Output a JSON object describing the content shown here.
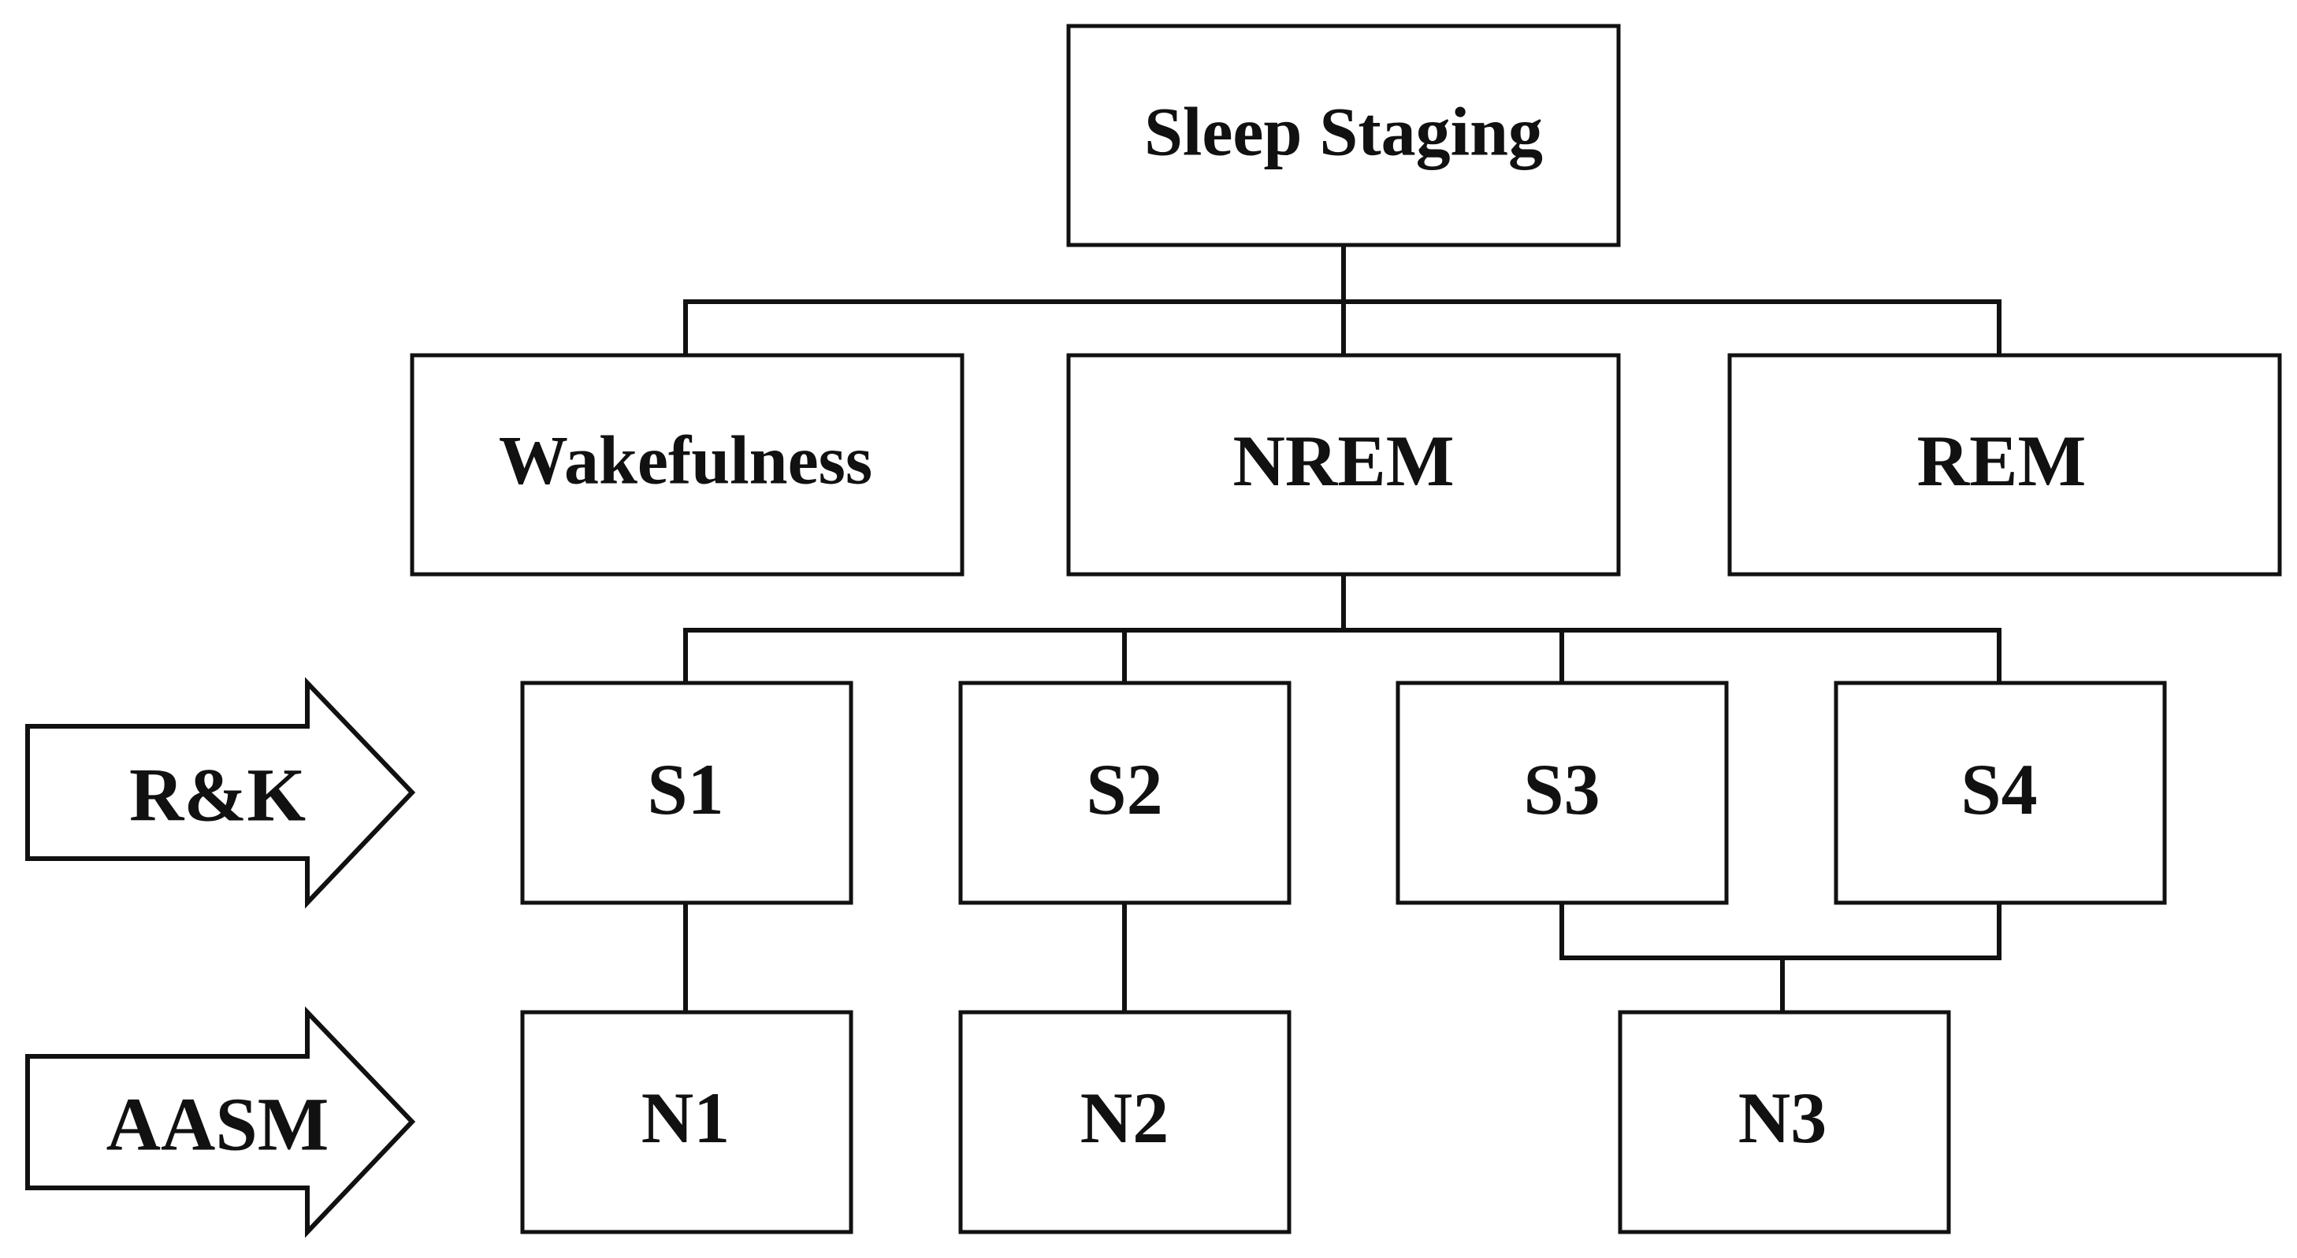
{
  "diagram": {
    "root": {
      "label": "Sleep Staging"
    },
    "level1": {
      "wake": "Wakefulness",
      "nrem": "NREM",
      "rem": "REM"
    },
    "rk_stages": {
      "s1": "S1",
      "s2": "S2",
      "s3": "S3",
      "s4": "S4"
    },
    "aasm_stages": {
      "n1": "N1",
      "n2": "N2",
      "n3": "N3"
    },
    "arrows": {
      "rk": "R&K",
      "aasm": "AASM"
    }
  }
}
